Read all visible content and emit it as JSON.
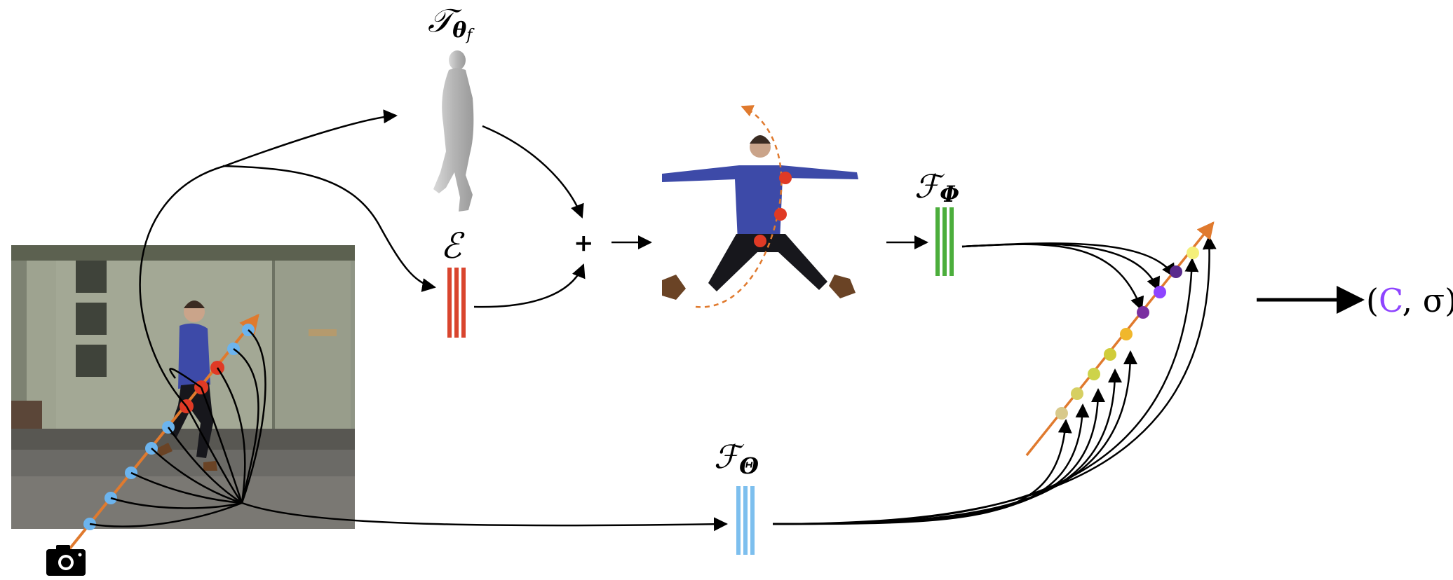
{
  "labels": {
    "template_main": "𝒯",
    "template_sub": "θ",
    "template_sub2": "f",
    "encoder": "ℰ",
    "deform_main": "ℱ",
    "deform_sub": "Φ",
    "nerf_main": "ℱ",
    "nerf_sub": "Θ",
    "plus": "+",
    "output_open": "(",
    "output_color": "C",
    "output_sep": ", σ)"
  },
  "colors": {
    "ray": "#e07a2e",
    "ray_sample": "#6cb4ee",
    "red_sample": "#e03a25",
    "encoder_bars": "#d9452e",
    "deform_bars": "#4cae3c",
    "nerf_bars": "#7dbfee",
    "output_C": "#8e44ff",
    "arrows": "#000000",
    "output_samples": [
      "#d8c98a",
      "#d6cf62",
      "#cdd34a",
      "#d0cc3a",
      "#f0b72c",
      "#7a2fa0",
      "#8e44ff",
      "#5a2a8c",
      "#f4ef7a"
    ]
  },
  "icons": {
    "camera": "camera-icon",
    "template_body": "template-body-icon",
    "photo": "walking-person-photo",
    "canonical_person": "canonical-pose-person"
  }
}
